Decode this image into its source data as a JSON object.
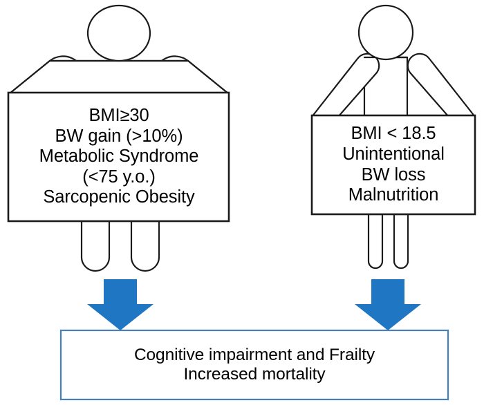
{
  "figure": {
    "title": "Body weight extremes and cognitive/frailty outcomes flow diagram",
    "colors": {
      "arrow_blue": "#1f77c4",
      "outcome_border_blue": "#4a7ebb",
      "outline_black": "#1a1a1a",
      "background": "#ffffff"
    },
    "left_person": {
      "name": "obese-person-figure",
      "sign_lines": [
        "BMI≥30",
        "BW gain (>10%)",
        "Metabolic Syndrome",
        "(<75 y.o.)",
        "Sarcopenic Obesity"
      ]
    },
    "right_person": {
      "name": "underweight-person-figure",
      "sign_lines": [
        "BMI < 18.5",
        "Unintentional",
        "BW loss",
        "Malnutrition"
      ]
    },
    "arrows": [
      {
        "name": "left-down-arrow",
        "direction": "down"
      },
      {
        "name": "right-down-arrow",
        "direction": "down"
      }
    ],
    "outcome": {
      "name": "outcome-box",
      "lines": [
        "Cognitive impairment and Frailty",
        "Increased mortality"
      ]
    }
  }
}
